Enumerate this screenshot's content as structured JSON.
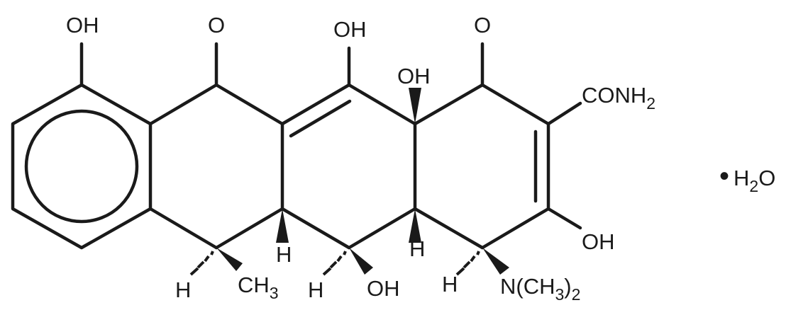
{
  "structure": {
    "substituents": {
      "oh_top_left": "OH",
      "o_keto_left": "O",
      "oh_enol": "OH",
      "o_keto_right": "O",
      "oh_ring_junction": "OH",
      "conh2_main": "CONH",
      "conh2_sub": "2",
      "oh_right": "OH",
      "h_b_junction": "H",
      "h_c_junction": "H",
      "h_c6": "H",
      "ch3_main": "CH",
      "ch3_sub": "3",
      "h_c5": "H",
      "oh_c5": "OH",
      "h_c4": "H",
      "nme2_main": "N(CH",
      "nme2_sub1": "3",
      "nme2_close": ")",
      "nme2_sub2": "2"
    },
    "hydrate": {
      "dot": "•",
      "h": "H",
      "h_sub": "2",
      "o": "O"
    }
  }
}
